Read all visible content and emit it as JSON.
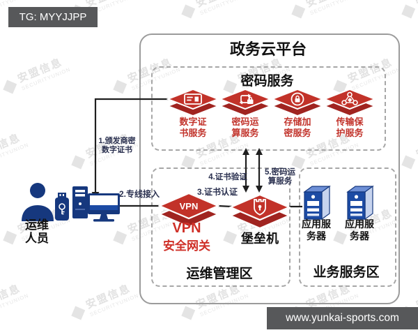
{
  "badges": {
    "tg": "TG: MYYJJPP",
    "url": "www.yunkai-sports.com"
  },
  "watermark": {
    "glyph": "◆",
    "line1": "安盟信息",
    "line2": "SECURITYUNION"
  },
  "platform": {
    "title": "政务云平台"
  },
  "crypto_zone": {
    "title": "密码服务",
    "services": [
      {
        "icon": "certificate-icon",
        "line1": "数字证",
        "line2": "书服务"
      },
      {
        "icon": "crypto-compute-icon",
        "line1": "密码运",
        "line2": "算服务"
      },
      {
        "icon": "storage-encryption-icon",
        "line1": "存储加",
        "line2": "密服务"
      },
      {
        "icon": "transmission-protection-icon",
        "line1": "传输保",
        "line2": "护服务"
      }
    ]
  },
  "ops_zone": {
    "title": "运维管理区",
    "vpn": {
      "diamond_text": "VPN",
      "label_line1": "VPN",
      "label_line2": "安全网关"
    },
    "bastion": {
      "label": "堡垒机"
    }
  },
  "biz_zone": {
    "title": "业务服务区",
    "servers": [
      {
        "line1": "应用服",
        "line2": "务器"
      },
      {
        "line1": "应用服",
        "line2": "务器"
      }
    ]
  },
  "operator": {
    "line1": "运维",
    "line2": "人员"
  },
  "flows": {
    "f1_line1": "1.颁发商密",
    "f1_line2": "数字证书",
    "f2": "2.专线接入",
    "f3": "3.证书认证",
    "f4": "4.证书验证",
    "f5_line1": "5.密码运",
    "f5_line2": "算服务"
  },
  "colors": {
    "diamond_red": "#c23229",
    "diamond_red_dark": "#a02420",
    "label_red": "#c2342c",
    "device_blue": "#16387e",
    "server_blue": "#1c4ba4",
    "flow_navy": "#2b3150",
    "badge_bg": "#57585a"
  }
}
